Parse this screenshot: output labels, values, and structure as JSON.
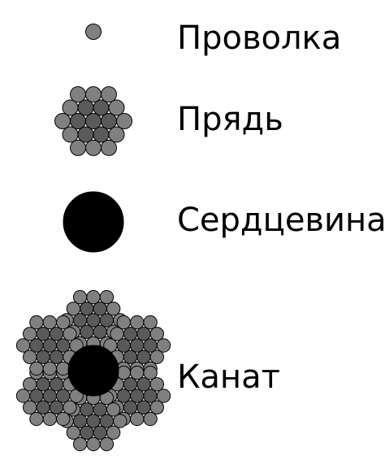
{
  "legend": {
    "wire": {
      "label": "Проволка",
      "icon": "wire-icon"
    },
    "strand": {
      "label": "Прядь",
      "icon": "strand-icon"
    },
    "core": {
      "label": "Сердцевина",
      "icon": "core-icon"
    },
    "rope": {
      "label": "Канат",
      "icon": "rope-icon"
    }
  },
  "colors": {
    "wire_outer": "#808080",
    "wire_inner": "#5a5a5a",
    "core": "#000000",
    "stroke": "#000000",
    "background": "#ffffff"
  },
  "structure": {
    "wires_per_strand": 19,
    "strands_per_rope": 6
  }
}
